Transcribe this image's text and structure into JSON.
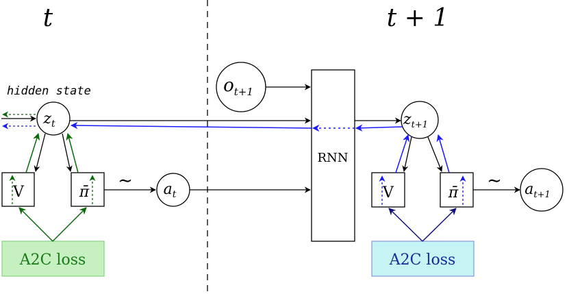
{
  "time": {
    "left": "t",
    "right": "t + 1"
  },
  "hidden_state_label": "hidden state",
  "left": {
    "z": {
      "base": "z",
      "sub": "t"
    },
    "a": {
      "base": "a",
      "sub": "t"
    },
    "value_box": "V",
    "policy_box": "π̄",
    "tilde": "∼",
    "loss": "A2C loss"
  },
  "right": {
    "z": {
      "base": "z",
      "sub": "t+1"
    },
    "a": {
      "base": "a",
      "sub": "t+1"
    },
    "value_box": "V",
    "policy_box": "π̄",
    "tilde": "∼",
    "loss": "A2C loss"
  },
  "observation": {
    "base": "o",
    "sub": "t+1"
  },
  "rnn_label": "RNN",
  "colors": {
    "black": "#000000",
    "green": "#0b6b0b",
    "blue": "#1a1aff",
    "navy": "#10107a",
    "green_fill": "#c6f0bf",
    "green_border": "#8fd48a",
    "green_text": "#1b7a1b",
    "cyan_fill": "#c4f4f4",
    "cyan_border": "#8a9ee0",
    "cyan_text": "#1a2a9a"
  }
}
